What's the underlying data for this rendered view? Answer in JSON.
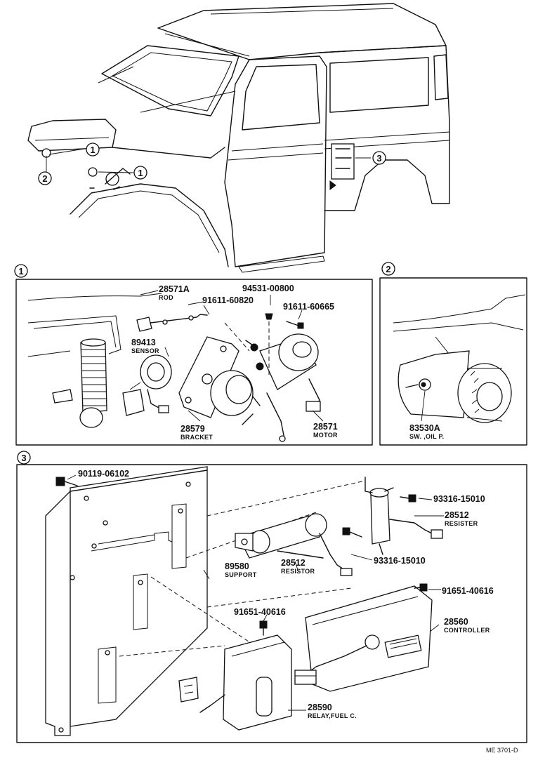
{
  "callouts": {
    "one": "1",
    "two": "2",
    "three": "3"
  },
  "panel1": {
    "rod": {
      "part": "28571A",
      "desc": "ROD"
    },
    "bolt_a": {
      "part": "91611-60820"
    },
    "nut": {
      "part": "94531-00800"
    },
    "bolt_b": {
      "part": "91611-60665"
    },
    "sensor": {
      "part": "89413",
      "desc": "SENSOR"
    },
    "bracket": {
      "part": "28579",
      "desc": "BRACKET"
    },
    "motor": {
      "part": "28571",
      "desc": "MOTOR"
    }
  },
  "panel2": {
    "switch": {
      "part": "83530A",
      "desc": "SW. ,OIL P."
    }
  },
  "panel3": {
    "bolt_top": {
      "part": "90119-06102"
    },
    "support": {
      "part": "89580",
      "desc": "SUPPORT"
    },
    "resistor": {
      "part": "28512",
      "desc": "RESISTOR"
    },
    "screw_a": {
      "part": "93316-15010"
    },
    "resister": {
      "part": "28512",
      "desc": "RESISTER"
    },
    "screw_b": {
      "part": "93316-15010"
    },
    "bolt_ctrl": {
      "part": "91651-40616"
    },
    "controller": {
      "part": "28560",
      "desc": "CONTROLLER"
    },
    "bolt_relay": {
      "part": "91651-40616"
    },
    "relay": {
      "part": "28590",
      "desc": "RELAY,FUEL C."
    }
  },
  "footer": {
    "code": "ME 3701-D"
  }
}
